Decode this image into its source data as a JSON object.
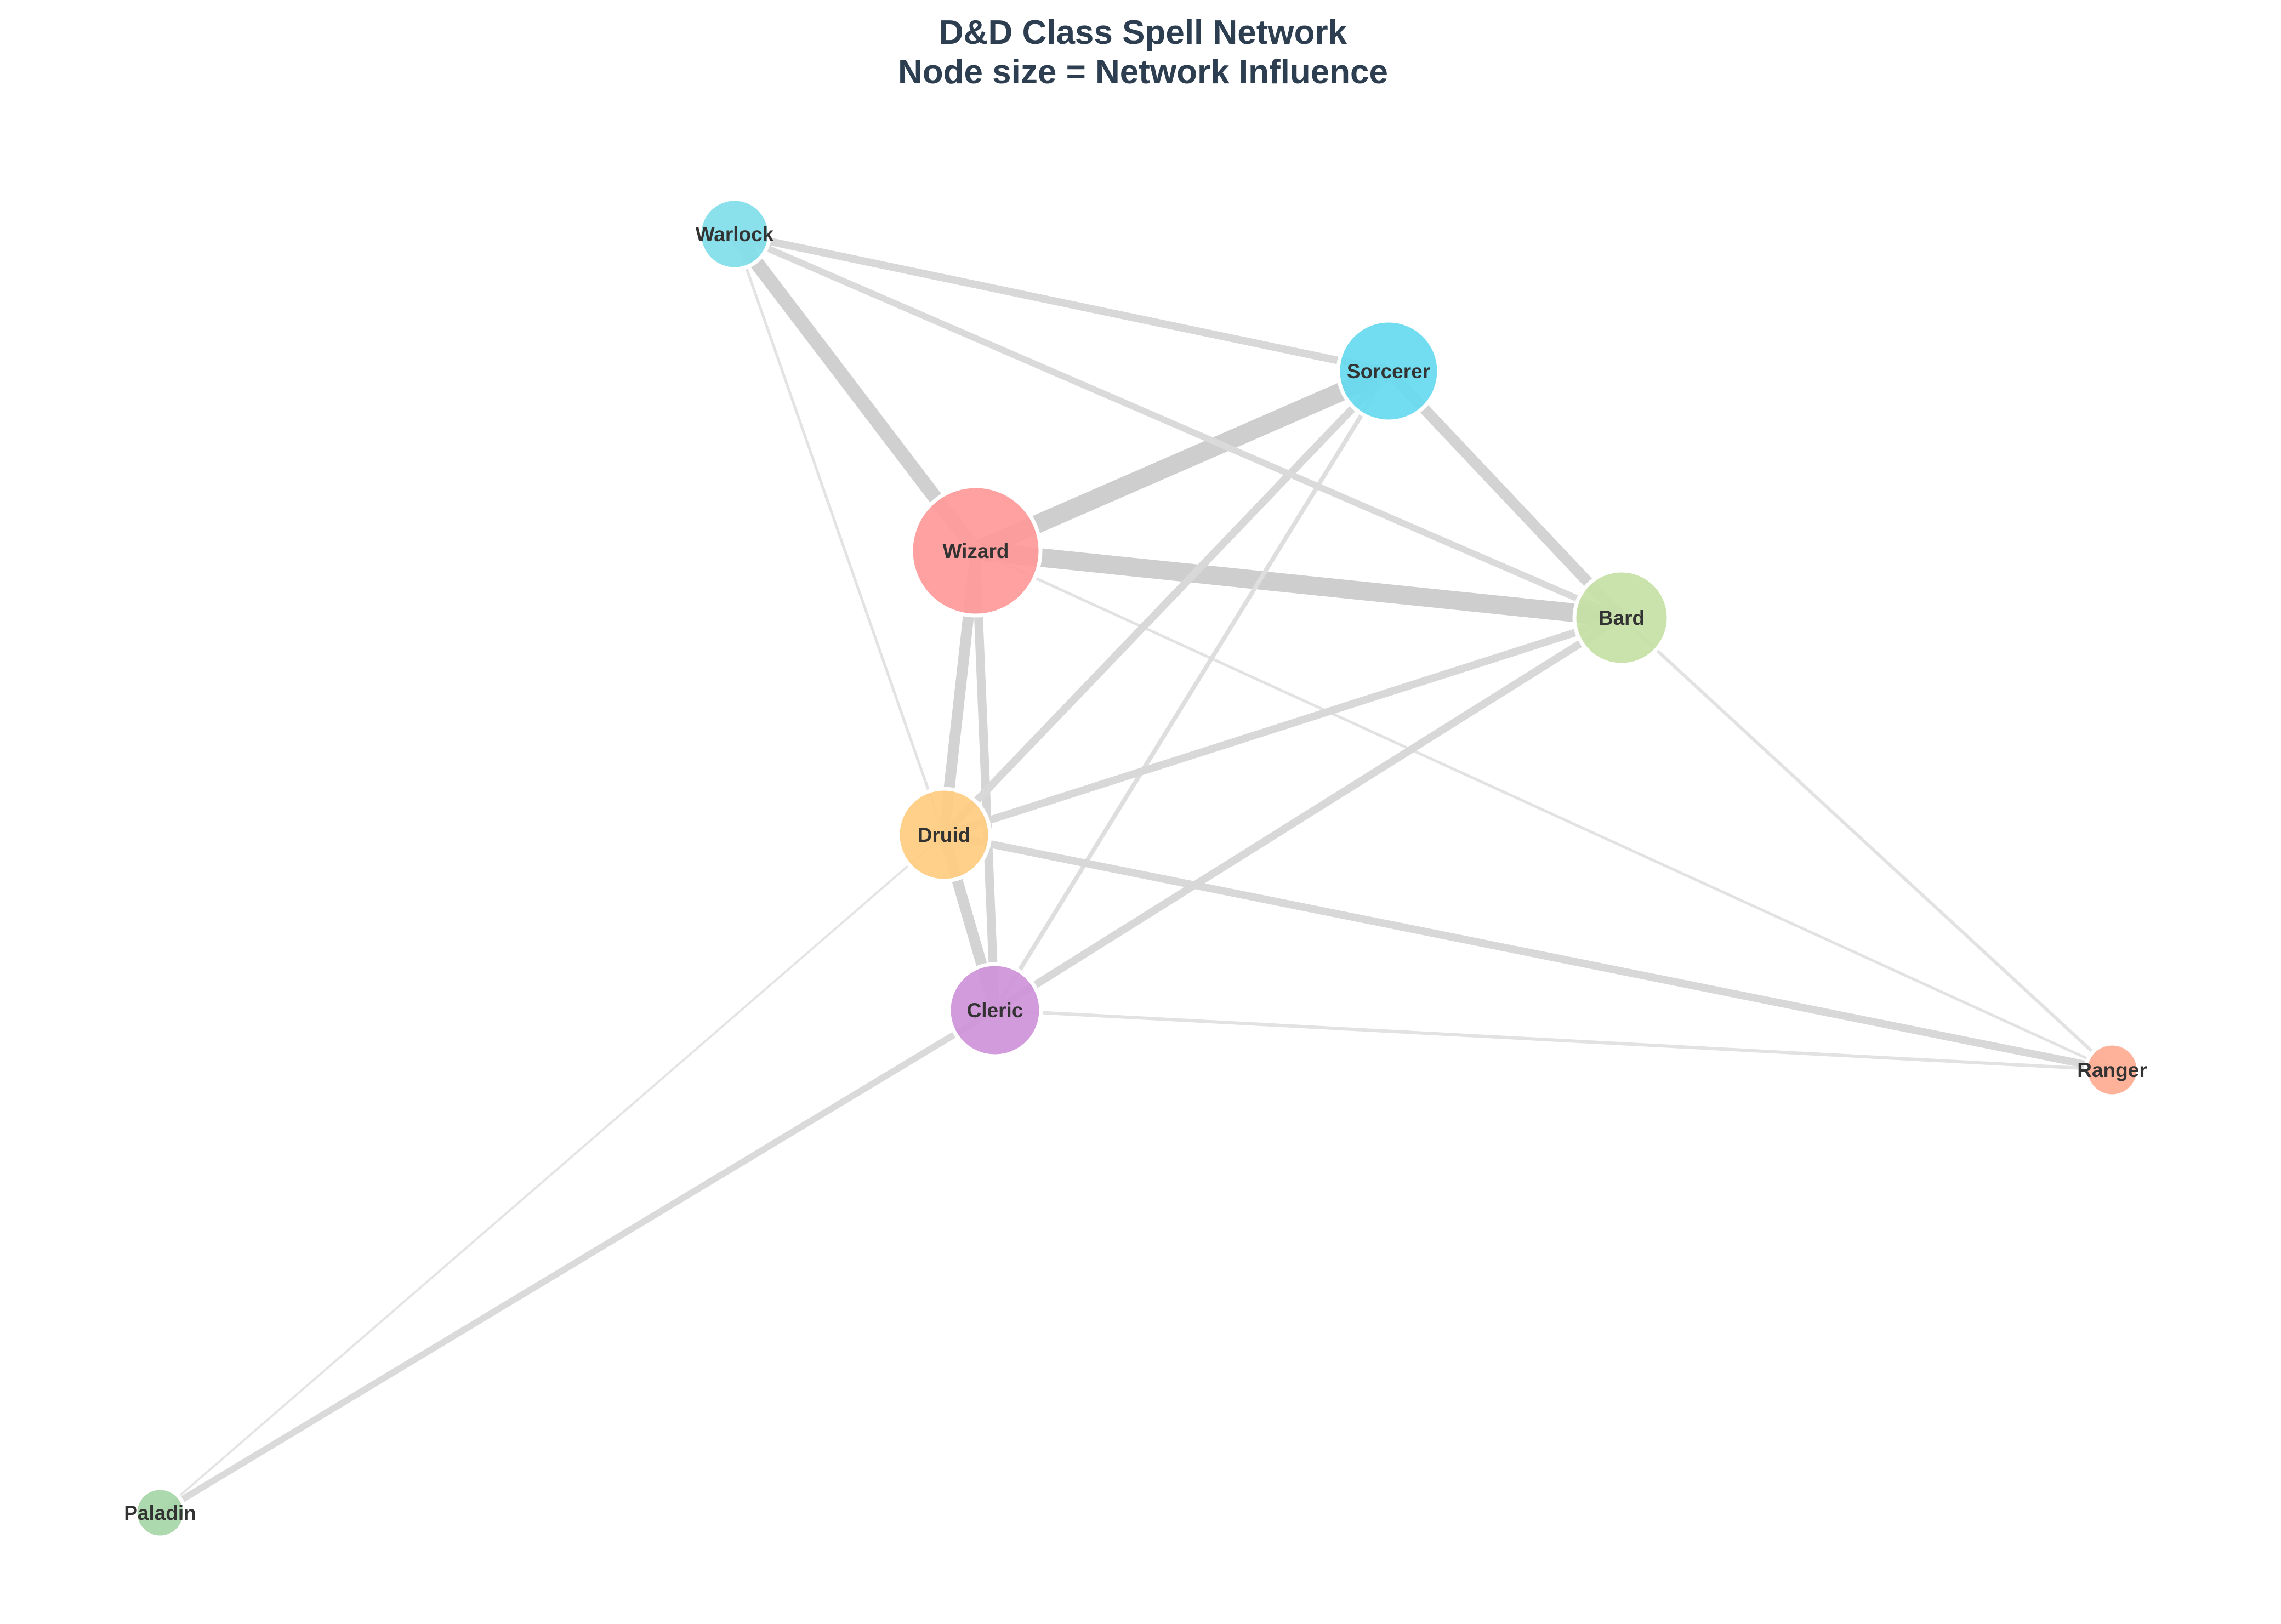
{
  "title_line1": "D&D Class Spell Network",
  "title_line2": "Node size = Network Influence",
  "nodes": [
    {
      "id": "Wizard",
      "label": "Wizard",
      "color": "#ff9999"
    },
    {
      "id": "Sorcerer",
      "label": "Sorcerer",
      "color": "#66d9ef"
    },
    {
      "id": "Bard",
      "label": "Bard",
      "color": "#c5e1a5"
    },
    {
      "id": "Warlock",
      "label": "Warlock",
      "color": "#80deea"
    },
    {
      "id": "Druid",
      "label": "Druid",
      "color": "#ffcc80"
    },
    {
      "id": "Cleric",
      "label": "Cleric",
      "color": "#ce93d8"
    },
    {
      "id": "Ranger",
      "label": "Ranger",
      "color": "#ffab91"
    },
    {
      "id": "Paladin",
      "label": "Paladin",
      "color": "#a5d6a7"
    }
  ],
  "edges": [
    {
      "source": "Wizard",
      "target": "Sorcerer"
    },
    {
      "source": "Wizard",
      "target": "Bard"
    },
    {
      "source": "Wizard",
      "target": "Warlock"
    },
    {
      "source": "Wizard",
      "target": "Druid"
    },
    {
      "source": "Wizard",
      "target": "Cleric"
    },
    {
      "source": "Wizard",
      "target": "Ranger"
    },
    {
      "source": "Sorcerer",
      "target": "Warlock"
    },
    {
      "source": "Sorcerer",
      "target": "Bard"
    },
    {
      "source": "Sorcerer",
      "target": "Druid"
    },
    {
      "source": "Sorcerer",
      "target": "Cleric"
    },
    {
      "source": "Bard",
      "target": "Warlock"
    },
    {
      "source": "Bard",
      "target": "Druid"
    },
    {
      "source": "Bard",
      "target": "Cleric"
    },
    {
      "source": "Bard",
      "target": "Ranger"
    },
    {
      "source": "Warlock",
      "target": "Druid"
    },
    {
      "source": "Druid",
      "target": "Cleric"
    },
    {
      "source": "Druid",
      "target": "Ranger"
    },
    {
      "source": "Druid",
      "target": "Paladin"
    },
    {
      "source": "Cleric",
      "target": "Ranger"
    },
    {
      "source": "Cleric",
      "target": "Paladin"
    }
  ]
}
